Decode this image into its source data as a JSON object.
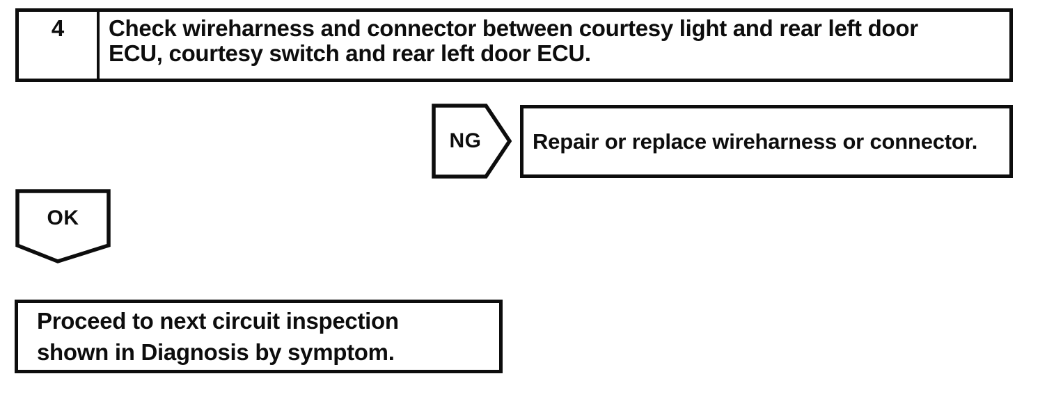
{
  "palette": {
    "paper": "#ffffff",
    "ink": "#0d0d0d"
  },
  "flow": {
    "step_number": "4",
    "step_instruction_lines": [
      "Check wireharness and connector between courtesy light and rear left door",
      "ECU, courtesy switch and rear left door ECU."
    ],
    "ng": {
      "label": "NG",
      "action": "Repair or replace wireharness or connector."
    },
    "ok": {
      "label": "OK",
      "action_lines": [
        "Proceed to next circuit inspection",
        "shown in Diagnosis by symptom."
      ]
    }
  }
}
